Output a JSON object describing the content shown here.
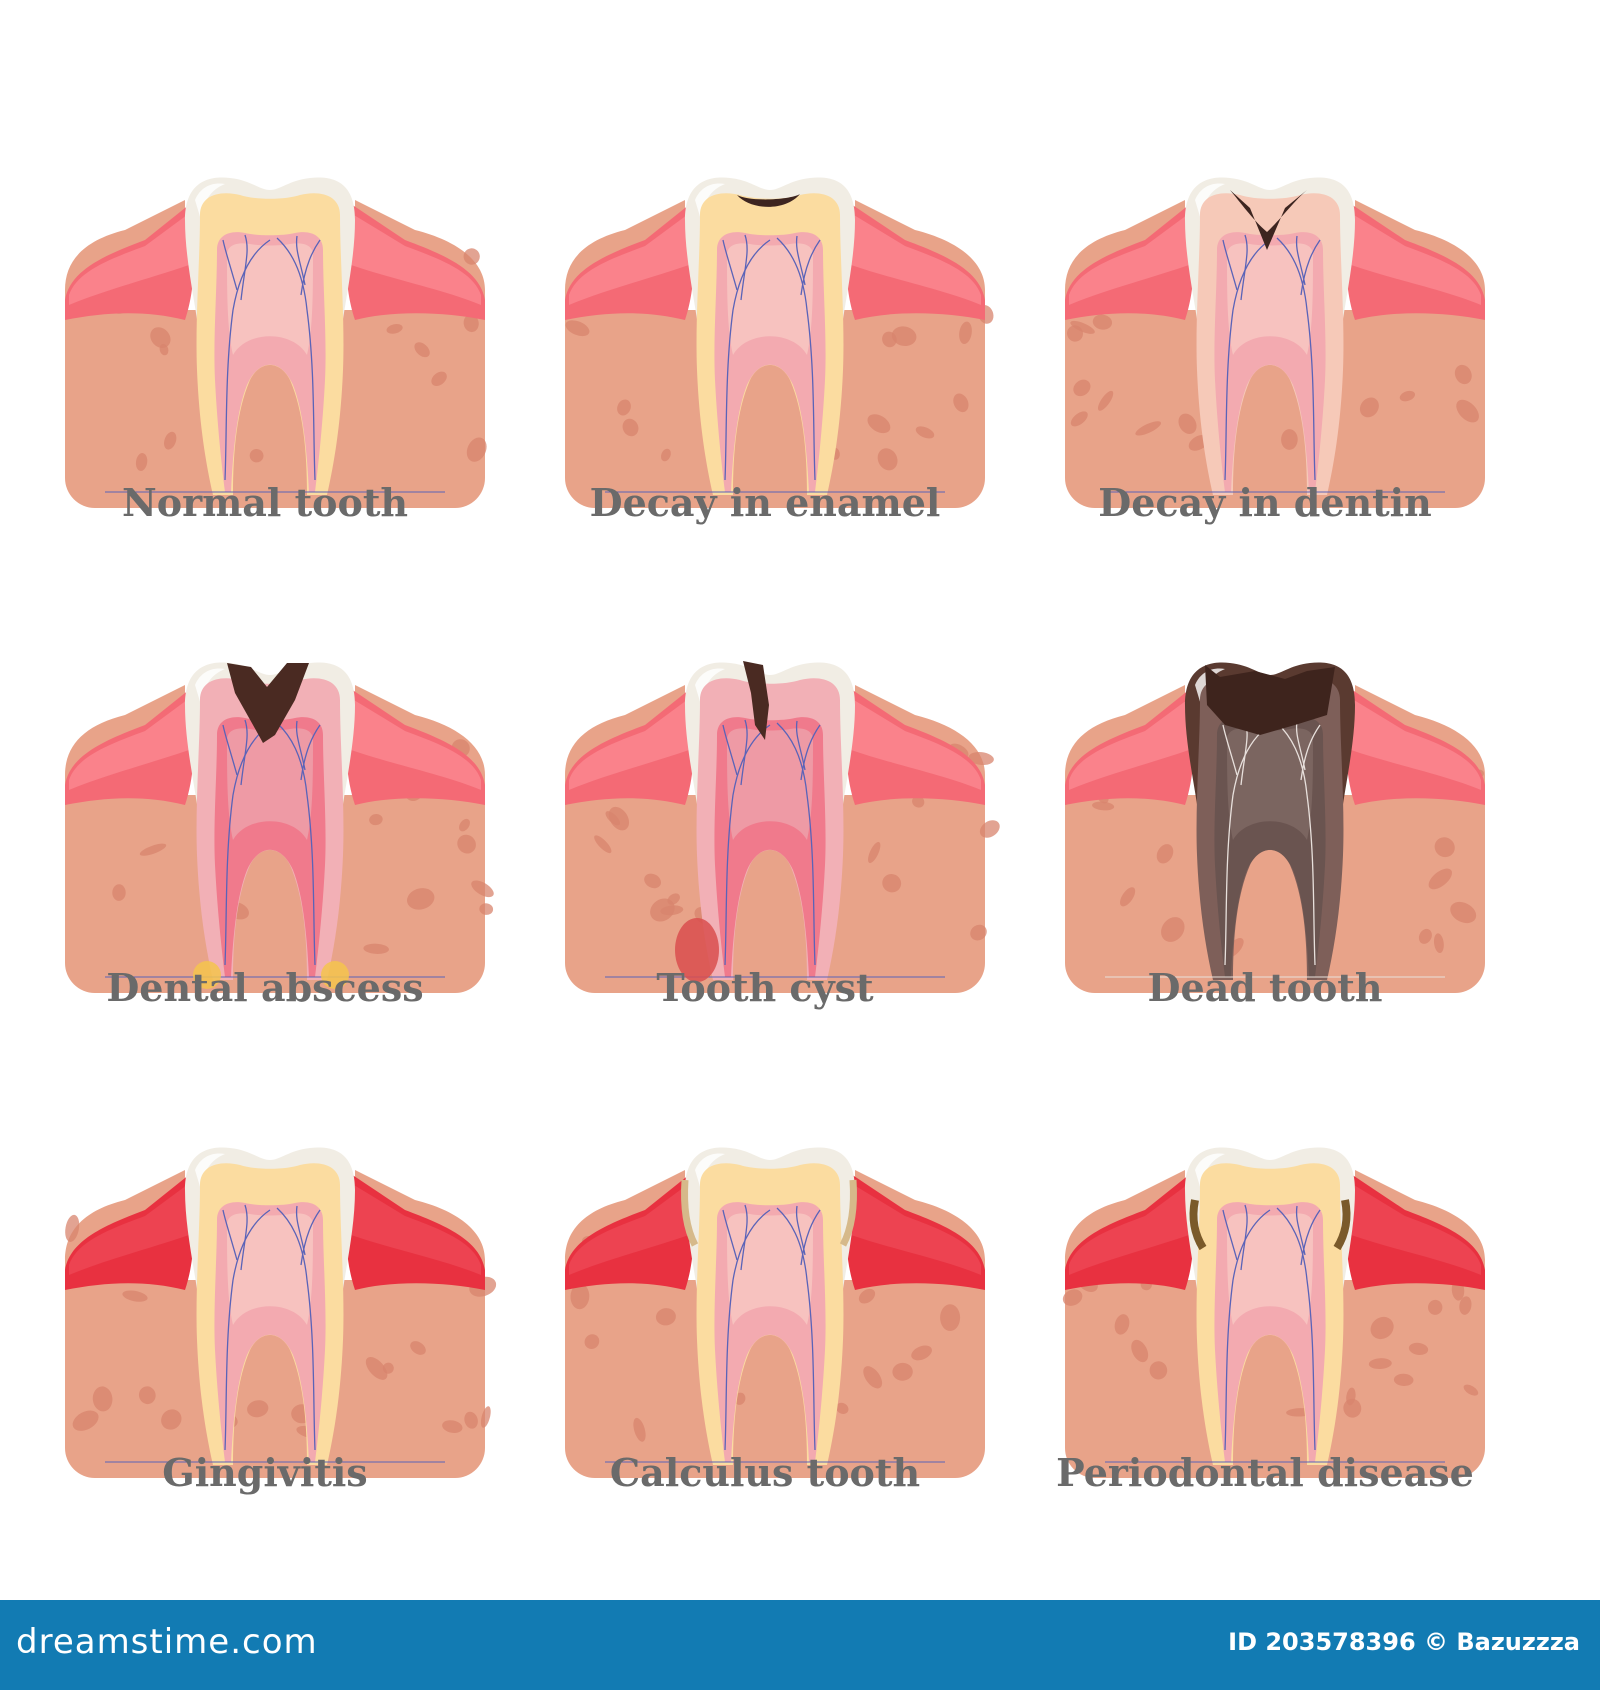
{
  "panels": [
    {
      "label": "Normal tooth",
      "condition": "normal"
    },
    {
      "label": "Decay in enamel",
      "condition": "enamel-decay"
    },
    {
      "label": "Decay in dentin",
      "condition": "dentin-decay"
    },
    {
      "label": "Dental abscess",
      "condition": "abscess"
    },
    {
      "label": "Tooth cyst",
      "condition": "cyst"
    },
    {
      "label": "Dead tooth",
      "condition": "dead"
    },
    {
      "label": "Gingivitis",
      "condition": "gingivitis"
    },
    {
      "label": "Calculus tooth",
      "condition": "calculus"
    },
    {
      "label": "Periodontal disease",
      "condition": "periodontal"
    }
  ],
  "footer": {
    "brand": "dreamstime.com",
    "id_text": "ID 203578396 © Bazuzzza"
  },
  "colors": {
    "footer_bg": "#127bb3",
    "bone": "#e8a389",
    "gum": "#f46a75",
    "enamel": "#f1ede4",
    "dentin": "#fbdca0",
    "pulp": "#f3aab0",
    "decay": "#4a2a22",
    "caption": "#6a6a6a"
  }
}
